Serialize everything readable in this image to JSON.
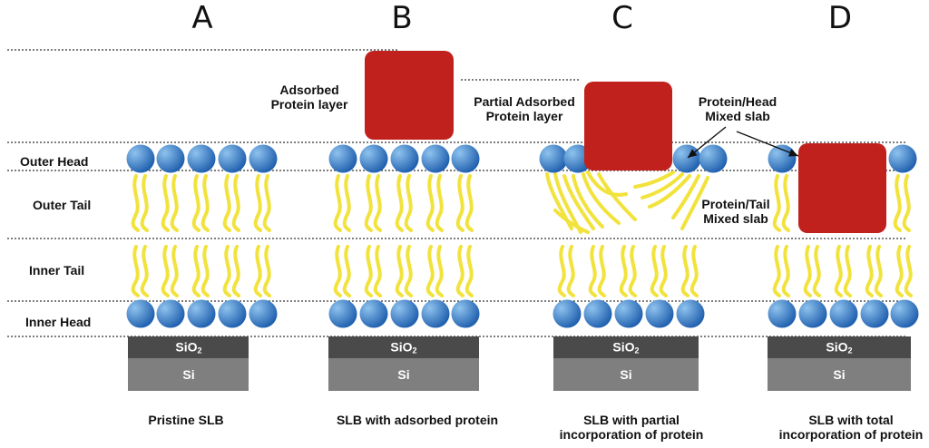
{
  "panels": [
    {
      "letter": "A",
      "caption_lines": [
        "Pristine SLB"
      ]
    },
    {
      "letter": "B",
      "caption_lines": [
        "SLB with adsorbed protein"
      ]
    },
    {
      "letter": "C",
      "caption_lines": [
        "SLB with partial",
        "incorporation of protein"
      ]
    },
    {
      "letter": "D",
      "caption_lines": [
        "SLB with total",
        "incorporation of protein"
      ]
    }
  ],
  "row_labels": {
    "outer_head": "Outer Head",
    "outer_tail": "Outer Tail",
    "inner_tail": "Inner Tail",
    "inner_head": "Inner Head"
  },
  "annotations": {
    "adsorbed_layer": [
      "Adsorbed",
      "Protein layer"
    ],
    "partial_adsorbed_layer": [
      "Partial Adsorbed",
      "Protein layer"
    ],
    "protein_head_slab": [
      "Protein/Head",
      "Mixed slab"
    ],
    "protein_tail_slab": [
      "Protein/Tail",
      "Mixed slab"
    ]
  },
  "substrate": {
    "oxide_main": "SiO",
    "oxide_subscript": "2",
    "base": "Si"
  },
  "colors": {
    "protein": "#c0211c",
    "lipid_tail": "#f2e23c",
    "head_light": "#8fc3ee",
    "head_dark": "#1f5fae",
    "oxide_layer": "#4a4a4a",
    "silicon_layer": "#7f7f7f",
    "divider_line": "#333333"
  }
}
